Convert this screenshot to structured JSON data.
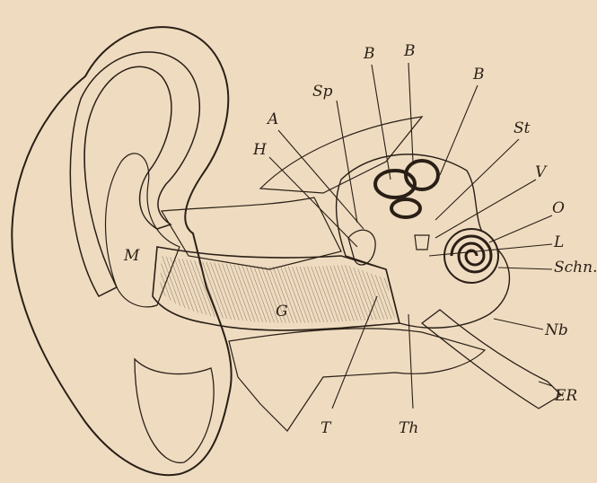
{
  "labels": {
    "B1": "B",
    "B2": "B",
    "B3": "B",
    "Sp": "Sp",
    "A": "A",
    "St": "St",
    "H": "H",
    "V": "V",
    "O": "O",
    "L": "L",
    "Schn": "Schn.",
    "M": "M",
    "G": "G",
    "Nb": "Nb",
    "ER": "ER",
    "T": "T",
    "Th": "Th"
  },
  "colors": {
    "paper": "#efdcc0",
    "ink": "#2a1f17",
    "shade": "#6f6055",
    "dark": "#231a14"
  }
}
